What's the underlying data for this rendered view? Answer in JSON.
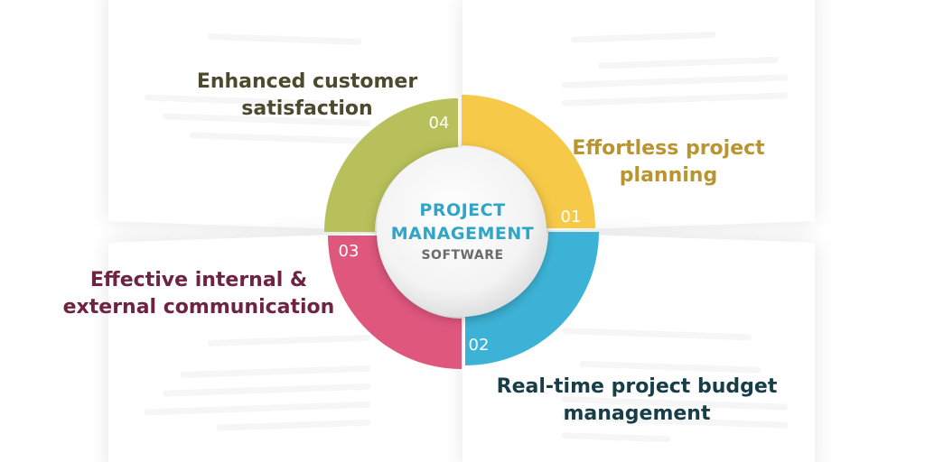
{
  "center": {
    "line1": "PROJECT",
    "line2": "MANAGEMENT",
    "line3": "SOFTWARE"
  },
  "steps": [
    {
      "number": "01",
      "line1": "Effortless project",
      "line2": "planning",
      "color": "#f7c948"
    },
    {
      "number": "02",
      "line1": "Real-time project budget",
      "line2": "management",
      "color": "#3cb3d6"
    },
    {
      "number": "03",
      "line1": "Effective internal &",
      "line2": "external communication",
      "color": "#e0577e"
    },
    {
      "number": "04",
      "line1": "Enhanced customer",
      "line2": "satisfaction",
      "color": "#b7c05a"
    }
  ],
  "colors": {
    "center_title": "#2fa5c8",
    "center_subtitle": "#6b6b6b",
    "label_01": "#b8952f",
    "label_02": "#173d47",
    "label_03": "#6e2440",
    "label_04": "#4b4a2d"
  }
}
